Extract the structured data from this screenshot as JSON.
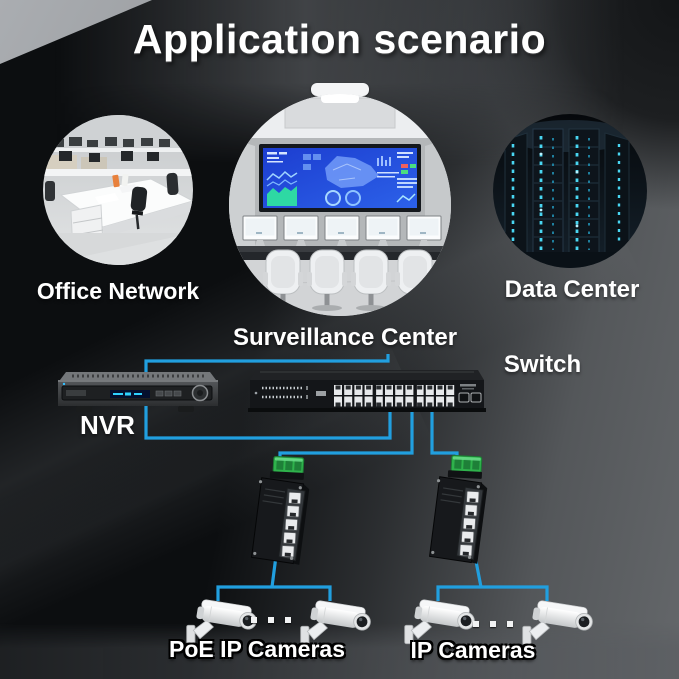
{
  "title": "Application scenario",
  "scenes": {
    "office": {
      "label": "Office Network"
    },
    "surveillance": {
      "label": "Surveillance Center"
    },
    "datacenter": {
      "label": "Data Center"
    }
  },
  "topology": {
    "nvr_label": "NVR",
    "switch_label": "Switch",
    "poe_cameras_label": "PoE IP Cameras",
    "ip_cameras_label": "IP Cameras"
  },
  "icons": {
    "nvr_device": "nvr-recorder",
    "switch_device": "24-port-rack-switch",
    "poe_device": "industrial-poe-switch",
    "camera_device": "bullet-camera",
    "ellipsis": "· · ·"
  },
  "colors": {
    "line_blue": "#219fdf",
    "poe_green": "#2fb24c",
    "screen_blue": "#2353e6",
    "datacenter_glow": "#49d6f2"
  }
}
